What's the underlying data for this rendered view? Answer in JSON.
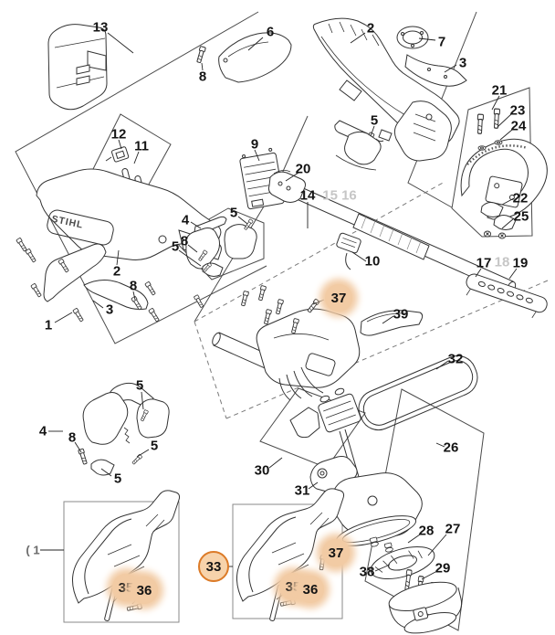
{
  "diagram": {
    "brand_on_part": "STIHL",
    "highlight_colors": {
      "circle_fill": "#f7d3ab",
      "circle_border": "#dc7b28",
      "blob_fill": "#f2cba4"
    },
    "labels": [
      {
        "part": "13",
        "text": "13",
        "style": "plain"
      },
      {
        "part": "6",
        "text": "6",
        "style": "plain"
      },
      {
        "part": "8",
        "text": "8",
        "style": "plain"
      },
      {
        "part": "2",
        "text": "2",
        "style": "plain"
      },
      {
        "part": "7",
        "text": "7",
        "style": "plain"
      },
      {
        "part": "3",
        "text": "3",
        "style": "plain"
      },
      {
        "part": "21",
        "text": "21",
        "style": "plain"
      },
      {
        "part": "23",
        "text": "23",
        "style": "plain"
      },
      {
        "part": "24",
        "text": "24",
        "style": "plain"
      },
      {
        "part": "5",
        "text": "5",
        "style": "plain"
      },
      {
        "part": "12",
        "text": "12",
        "style": "plain"
      },
      {
        "part": "11",
        "text": "11",
        "style": "plain"
      },
      {
        "part": "9",
        "text": "9",
        "style": "plain"
      },
      {
        "part": "20",
        "text": "20",
        "style": "plain"
      },
      {
        "part": "14",
        "text": "14",
        "style": "plain"
      },
      {
        "part": "15-16",
        "text": "15 16",
        "style": "faint"
      },
      {
        "part": "22",
        "text": "22",
        "style": "plain"
      },
      {
        "part": "25",
        "text": "25",
        "style": "plain"
      },
      {
        "part": "17",
        "text": "17",
        "style": "plain"
      },
      {
        "part": "18",
        "text": "18",
        "style": "faint"
      },
      {
        "part": "19",
        "text": "19",
        "style": "plain"
      },
      {
        "part": "10",
        "text": "10",
        "style": "plain"
      },
      {
        "part": "2",
        "text": "2",
        "style": "plain"
      },
      {
        "part": "8",
        "text": "8",
        "style": "plain"
      },
      {
        "part": "3",
        "text": "3",
        "style": "plain"
      },
      {
        "part": "1",
        "text": "1",
        "style": "plain"
      },
      {
        "part": "4",
        "text": "4",
        "style": "plain"
      },
      {
        "part": "5",
        "text": "5",
        "style": "plain"
      },
      {
        "part": "8",
        "text": "8",
        "style": "plain"
      },
      {
        "part": "5",
        "text": "5",
        "style": "plain"
      },
      {
        "part": "37",
        "text": "37",
        "style": "blob"
      },
      {
        "part": "39",
        "text": "39",
        "style": "plain"
      },
      {
        "part": "32",
        "text": "32",
        "style": "plain"
      },
      {
        "part": "26",
        "text": "26",
        "style": "plain"
      },
      {
        "part": "30",
        "text": "30",
        "style": "plain"
      },
      {
        "part": "31",
        "text": "31",
        "style": "plain"
      },
      {
        "part": "4",
        "text": "4",
        "style": "plain"
      },
      {
        "part": "8",
        "text": "8",
        "style": "plain"
      },
      {
        "part": "5",
        "text": "5",
        "style": "plain"
      },
      {
        "part": "5",
        "text": "5",
        "style": "plain"
      },
      {
        "part": "5",
        "text": "5",
        "style": "plain"
      },
      {
        "part": "1",
        "text": "( 1",
        "style": "dim"
      },
      {
        "part": "35",
        "text": "35",
        "style": "blob"
      },
      {
        "part": "36",
        "text": "36",
        "style": "blob"
      },
      {
        "part": "33",
        "text": "33",
        "style": "ring"
      },
      {
        "part": "37",
        "text": "37",
        "style": "blob"
      },
      {
        "part": "35",
        "text": "35",
        "style": "blob"
      },
      {
        "part": "36",
        "text": "36",
        "style": "blob"
      },
      {
        "part": "38",
        "text": "38",
        "style": "plain"
      },
      {
        "part": "28",
        "text": "28",
        "style": "plain"
      },
      {
        "part": "27",
        "text": "27",
        "style": "plain"
      },
      {
        "part": "29",
        "text": "29",
        "style": "plain"
      }
    ]
  }
}
